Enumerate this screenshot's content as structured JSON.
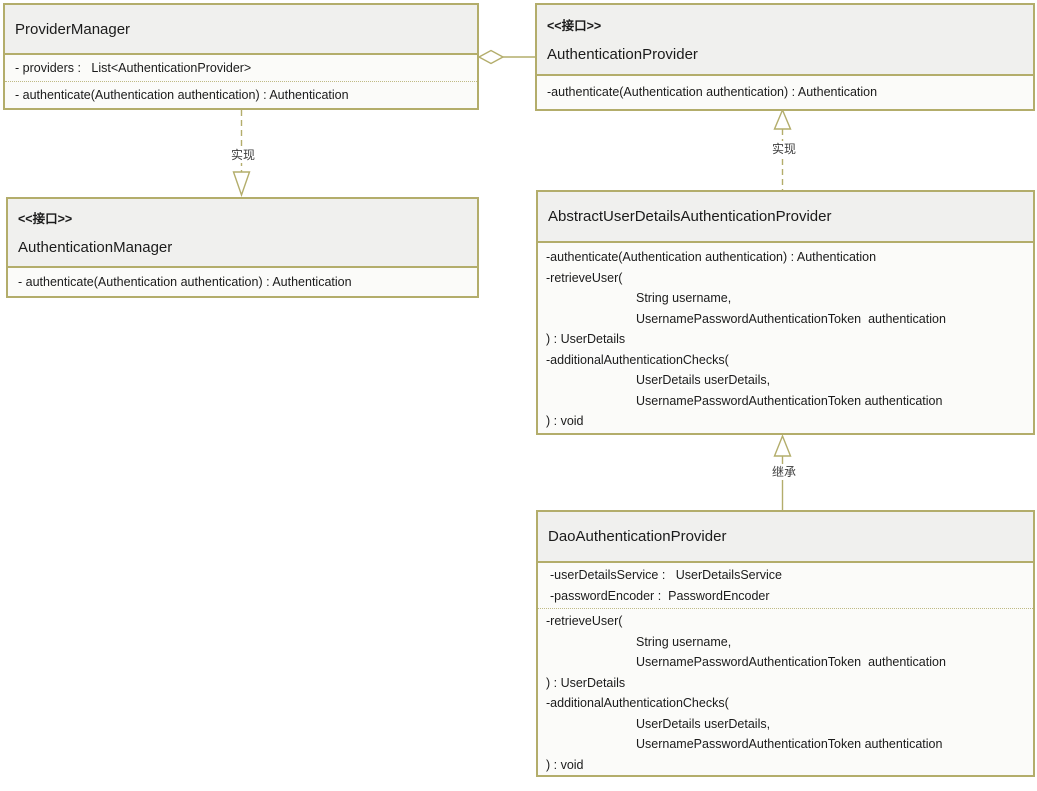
{
  "classes": {
    "provider_manager": {
      "title": "ProviderManager",
      "attributes": [
        "- providers :   List<AuthenticationProvider>"
      ],
      "methods": [
        "- authenticate(Authentication authentication) : Authentication"
      ]
    },
    "authentication_provider": {
      "stereotype": "<<接口>>",
      "title": "AuthenticationProvider",
      "methods": [
        "-authenticate(Authentication authentication) : Authentication"
      ]
    },
    "authentication_manager": {
      "stereotype": "<<接口>>",
      "title": "AuthenticationManager",
      "methods": [
        "- authenticate(Authentication authentication) : Authentication"
      ]
    },
    "abstract_user_details_authentication_provider": {
      "title": "AbstractUserDetailsAuthenticationProvider",
      "methods": [
        "-authenticate(Authentication authentication) : Authentication",
        "-retrieveUser(",
        "String username,",
        "UsernamePasswordAuthenticationToken  authentication",
        ") : UserDetails",
        "-additionalAuthenticationChecks(",
        "UserDetails userDetails,",
        "UsernamePasswordAuthenticationToken authentication",
        ") : void"
      ]
    },
    "dao_authentication_provider": {
      "title": "DaoAuthenticationProvider",
      "attributes": [
        "-userDetailsService :   UserDetailsService",
        "-passwordEncoder :  PasswordEncoder"
      ],
      "methods": [
        "-retrieveUser(",
        "String username,",
        "UsernamePasswordAuthenticationToken  authentication",
        ") : UserDetails",
        "-additionalAuthenticationChecks(",
        "UserDetails userDetails,",
        "UsernamePasswordAuthenticationToken authentication",
        ") : void"
      ]
    }
  },
  "relationships": {
    "pm_realizes_am_label": "实现",
    "abstract_realizes_ap_label": "实现",
    "dao_extends_abstract_label": "继承"
  },
  "colors": {
    "box_border": "#b3ad6b",
    "title_fill": "#f0f0ee",
    "body_fill": "#fbfbf9",
    "text": "#1b1b1b"
  }
}
